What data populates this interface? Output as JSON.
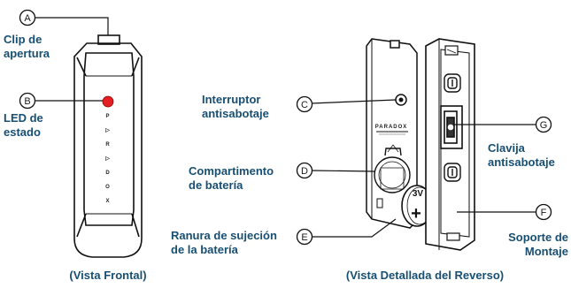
{
  "labels": {
    "a": "Clip de\napertura",
    "b": "LED de\nestado",
    "c": "Interruptor\nantisabotaje",
    "d": "Compartimento\nde batería",
    "e": "Ranura de sujeción\nde la batería",
    "f": "Soporte de\nMontaje",
    "g": "Clavija\nantisabotaje"
  },
  "letters": {
    "a": "A",
    "b": "B",
    "c": "C",
    "d": "D",
    "e": "E",
    "f": "F",
    "g": "G"
  },
  "captions": {
    "front": "(Vista Frontal)",
    "back": "(Vista Detallada del Reverso)"
  },
  "device": {
    "front_symbols": [
      "P",
      "▷",
      "R",
      "▷",
      "D",
      "O",
      "X"
    ],
    "brand_text": "PARADOX",
    "battery_text": "3V",
    "battery_sign": "+",
    "led_color": "#e31e24",
    "accent_color": "#174f73"
  }
}
